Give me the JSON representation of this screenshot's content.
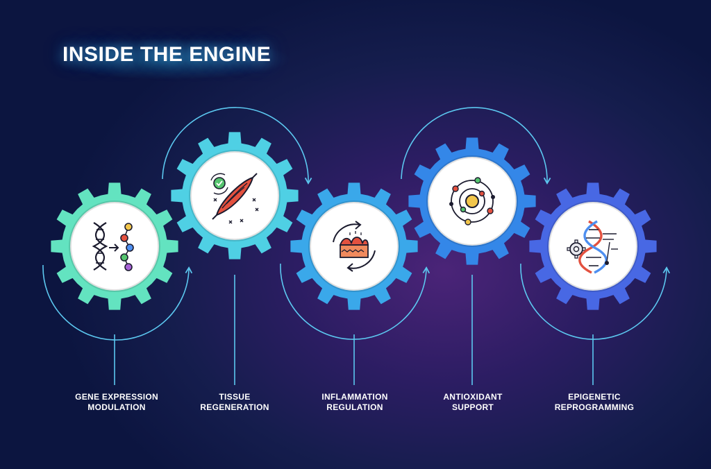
{
  "title": "INSIDE THE ENGINE",
  "colors": {
    "gear_1": "#63e3c0",
    "gear_2": "#4fd0e4",
    "gear_3": "#3aa8ea",
    "gear_4": "#3487e8",
    "gear_5": "#4868e4",
    "connector": "#5cc8f0",
    "icon_outline": "#1b1b2e"
  },
  "steps": [
    {
      "label_line1": "GENE EXPRESSION",
      "label_line2": "MODULATION",
      "icon": "dna-gene-expression-icon"
    },
    {
      "label_line1": "TISSUE",
      "label_line2": "REGENERATION",
      "icon": "muscle-tissue-icon"
    },
    {
      "label_line1": "INFLAMMATION",
      "label_line2": "REGULATION",
      "icon": "inflammation-cycle-icon"
    },
    {
      "label_line1": "ANTIOXIDANT",
      "label_line2": "SUPPORT",
      "icon": "atom-antioxidant-icon"
    },
    {
      "label_line1": "EPIGENETIC",
      "label_line2": "REPROGRAMMING",
      "icon": "dna-gear-epigenetic-icon"
    }
  ]
}
